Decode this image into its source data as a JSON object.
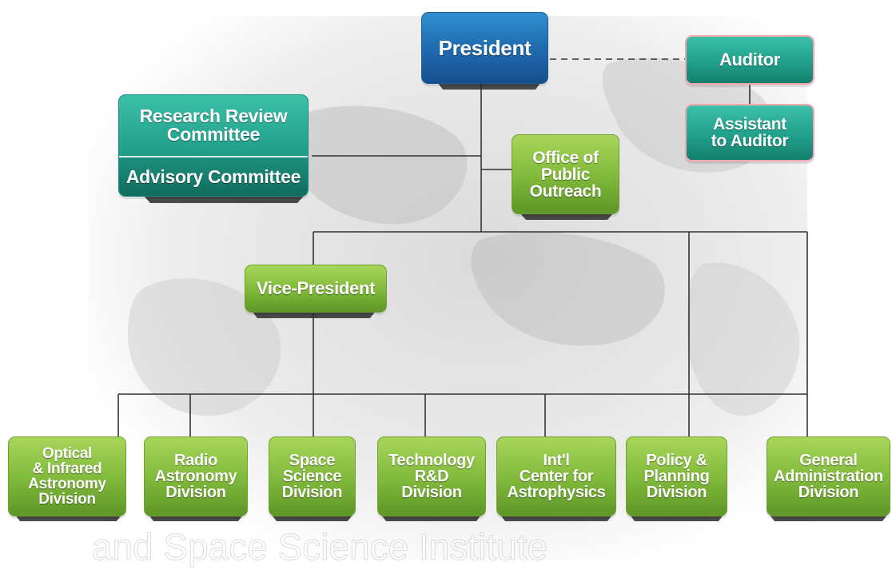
{
  "org_chart": {
    "president": "President",
    "auditor": "Auditor",
    "assistant_auditor": [
      "Assistant",
      "to Auditor"
    ],
    "research_review": [
      "Research Review",
      "Committee"
    ],
    "advisory_committee": "Advisory Committee",
    "public_outreach": [
      "Office of",
      "Public",
      "Outreach"
    ],
    "vice_president": "Vice-President",
    "divisions": [
      [
        "Optical",
        "& Infrared",
        "Astronomy",
        "Division"
      ],
      [
        "Radio",
        "Astronomy",
        "Division"
      ],
      [
        "Space",
        "Science",
        "Division"
      ],
      [
        "Technology",
        "R&D",
        "Division"
      ],
      [
        "Int'l",
        "Center for",
        "Astrophysics"
      ],
      [
        "Policy &",
        "Planning",
        "Division"
      ],
      [
        "General",
        "Administration",
        "Division"
      ]
    ],
    "watermark_text": "and Space Science Institute",
    "colors": {
      "blue": "#1f68ad",
      "teal": "#21a08c",
      "green": "#7fb83a",
      "line": "#333333"
    }
  }
}
